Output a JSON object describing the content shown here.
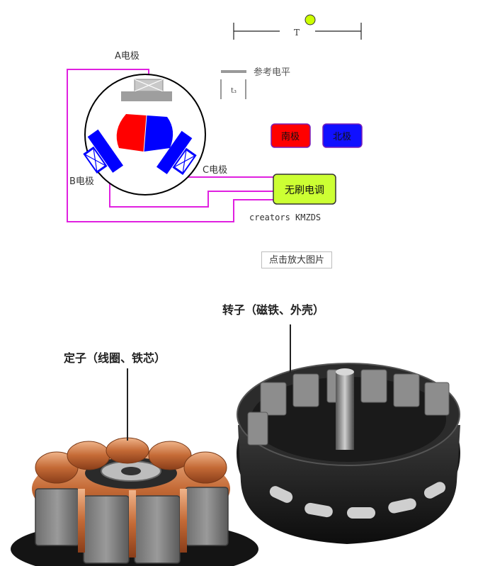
{
  "diagram": {
    "period_label": "T",
    "reference_legend": "参考电平",
    "time_label": "t₃",
    "electrode_a": "A电极",
    "electrode_b": "B电极",
    "electrode_c": "C电极",
    "south_pole": "南极",
    "north_pole": "北极",
    "esc_label": "无刷电调",
    "credit": "creators KMZDS"
  },
  "zoom_button": "点击放大图片",
  "photo": {
    "rotor_caption": "转子（磁铁、外壳）",
    "stator_caption": "定子（线圈、铁芯）"
  },
  "colors": {
    "wire": "#e020e0",
    "south": "#ff0000",
    "north": "#0000ff",
    "esc": "#ccff33",
    "indicator": "#ccff00",
    "coil": "#c9c9c9"
  }
}
